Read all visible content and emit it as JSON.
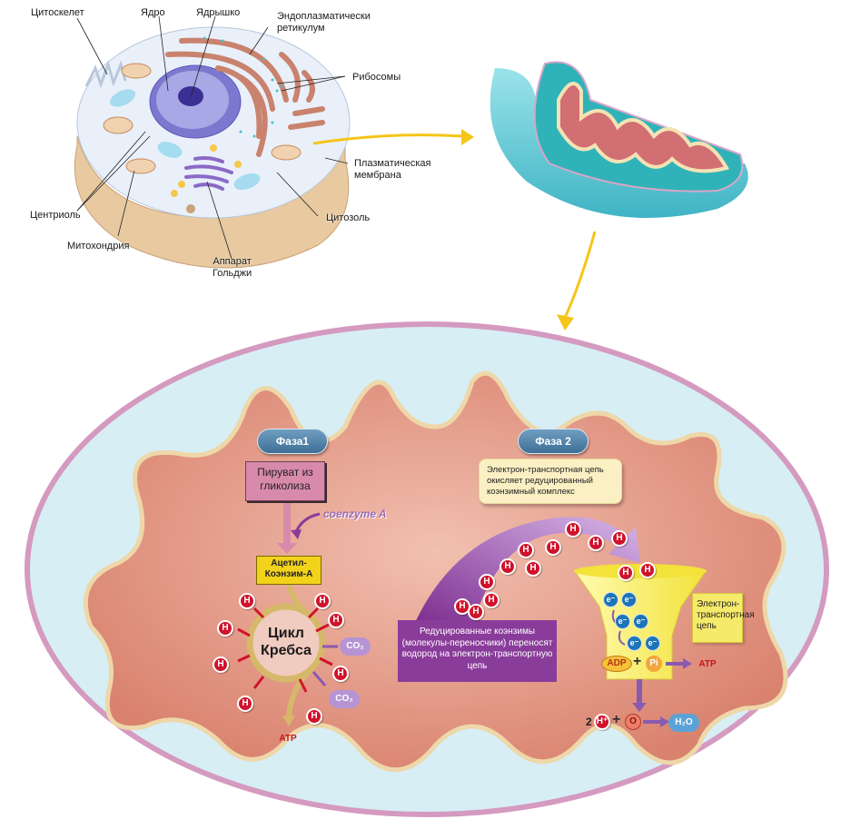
{
  "cell": {
    "labels": {
      "cytoskeleton": "Цитоскелет",
      "nucleus": "Ядро",
      "nucleolus": "Ядрышко",
      "er": "Эндоплазматически\nретикулум",
      "ribosomes": "Рибосомы",
      "plasma_membrane": "Плазматическая\nмембрана",
      "centriole": "Центриоль",
      "cytosol": "Цитозоль",
      "mitochondrion": "Митохондрия",
      "golgi": "Аппарат\nГольджи"
    }
  },
  "detail": {
    "phase1": {
      "title": "Фаза1",
      "pyruvate": "Пируват из гликолиза",
      "coenzyme": "coenzyme A",
      "acetyl": "Ацетил-\nКоэнзим-А",
      "krebs": "Цикл\nКребса",
      "h_label": "H",
      "co2_label": "CO₂",
      "atp_label": "ATP"
    },
    "phase2": {
      "title": "Фаза 2",
      "etc_description": "Электрон-транспортная цепь окисляет редуцированный коэнзимный комплекс",
      "reduced_coenzymes": "Редуцированные коэнзимы (молекулы-переносчики) переносят водород на электрон-транспортную цепь",
      "etc_label": "Электрон-\nтранспортная\nцепь",
      "electron_label": "e⁻",
      "adp": "ADP",
      "pi": "Pi",
      "atp": "ATP",
      "two": "2",
      "h_plus": "H⁺",
      "oxygen": "O",
      "water": "H₂O",
      "plus": "+"
    }
  },
  "colors": {
    "matrix": "#e2937f",
    "membrane_outer": "#d7a7c8",
    "intermembrane": "#d7eef5",
    "arrow_yellow": "#f5c518",
    "hydrogen": "#d0132b",
    "electron": "#1d74b8",
    "purple_arrow": "#8a3c9a"
  }
}
